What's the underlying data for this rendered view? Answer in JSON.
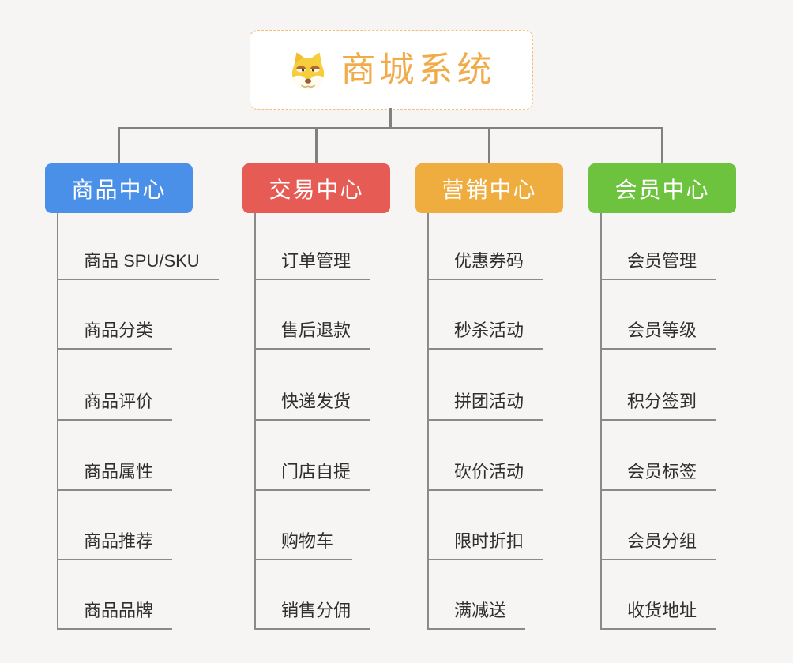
{
  "root": {
    "title": "商城系统",
    "icon": "doge-dog-icon"
  },
  "colors": {
    "background": "#F6F5F4",
    "connector": "#808080",
    "underline": "#8A8A8A",
    "item_text": "#2F2F2F",
    "root_title": "#F0AC4A",
    "root_border": "#F3BE7C",
    "node_text": "#FFFFFF"
  },
  "branches": [
    {
      "label": "商品中心",
      "color": "#4A90E8",
      "items": [
        "商品 SPU/SKU",
        "商品分类",
        "商品评价",
        "商品属性",
        "商品推荐",
        "商品品牌"
      ]
    },
    {
      "label": "交易中心",
      "color": "#E75B55",
      "items": [
        "订单管理",
        "售后退款",
        "快递发货",
        "门店自提",
        "购物车",
        "销售分佣"
      ]
    },
    {
      "label": "营销中心",
      "color": "#EFAD40",
      "items": [
        "优惠券码",
        "秒杀活动",
        "拼团活动",
        "砍价活动",
        "限时折扣",
        "满减送"
      ]
    },
    {
      "label": "会员中心",
      "color": "#6DC33E",
      "items": [
        "会员管理",
        "会员等级",
        "积分签到",
        "会员标签",
        "会员分组",
        "收货地址"
      ]
    }
  ]
}
